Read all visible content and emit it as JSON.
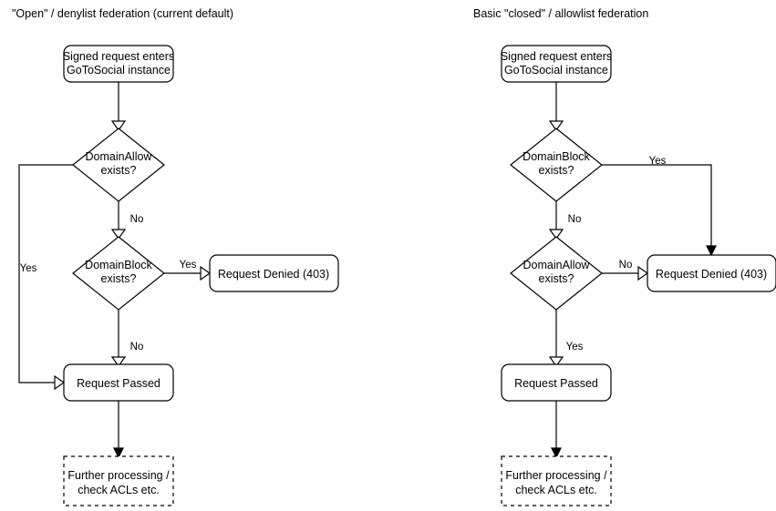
{
  "panels": [
    {
      "title": "\"Open\" / denylist federation (current default)",
      "nodes": {
        "start": "Signed request enters\nGoToSocial instance",
        "start_line1": "Signed request enters",
        "start_line2": "GoToSocial instance",
        "decision1": "DomainAllow\nexists?",
        "decision1_line1": "DomainAllow",
        "decision1_line2": "exists?",
        "decision2": "DomainBlock\nexists?",
        "decision2_line1": "DomainBlock",
        "decision2_line2": "exists?",
        "denied": "Request Denied (403)",
        "passed": "Request Passed",
        "further_line1": "Further processing /",
        "further_line2": "check ACLs etc."
      },
      "edge_labels": {
        "allow_yes": "Yes",
        "allow_no": "No",
        "block_yes": "Yes",
        "block_no": "No"
      }
    },
    {
      "title": "Basic \"closed\" / allowlist federation",
      "nodes": {
        "start": "Signed request enters\nGoToSocial instance",
        "start_line1": "Signed request enters",
        "start_line2": "GoToSocial instance",
        "decision1": "DomainBlock\nexists?",
        "decision1_line1": "DomainBlock",
        "decision1_line2": "exists?",
        "decision2": "DomainAllow\nexists?",
        "decision2_line1": "DomainAllow",
        "decision2_line2": "exists?",
        "denied": "Request Denied (403)",
        "passed": "Request Passed",
        "further_line1": "Further processing /",
        "further_line2": "check ACLs etc."
      },
      "edge_labels": {
        "block_yes": "Yes",
        "block_no": "No",
        "allow_no": "No",
        "allow_yes": "Yes"
      }
    }
  ],
  "style": {
    "stroke_color": "#000000",
    "fill_color": "#ffffff",
    "background": "#ffffff"
  }
}
